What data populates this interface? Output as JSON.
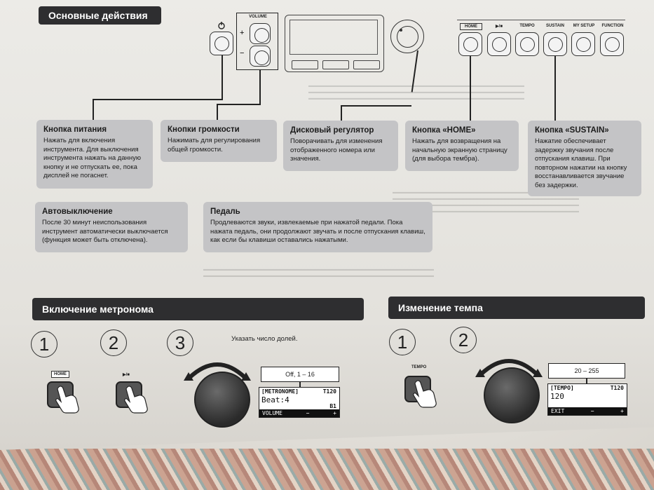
{
  "basics": {
    "title": "Основные действия",
    "volume_label": "VOLUME",
    "plus": "+",
    "minus": "−",
    "panel_buttons": [
      "HOME",
      "▶/■",
      "TEMPO",
      "SUSTAIN",
      "MY SETUP",
      "FUNCTION"
    ],
    "boxes": {
      "power": {
        "title": "Кнопка питания",
        "body": "Нажать для включения инструмента. Для выключения инструмента нажать на данную кнопку и не отпускать ее, пока дисплей не погаснет."
      },
      "volume": {
        "title": "Кнопки громкости",
        "body": "Нажимать для регулирования общей громкости."
      },
      "dial": {
        "title": "Дисковый регулятор",
        "body": "Поворачивать для изменения отображенного номера или значения."
      },
      "home": {
        "title": "Кнопка «HOME»",
        "body": "Нажать для возвращения на начальную экранную страницу (для выбора тембра)."
      },
      "sustain": {
        "title": "Кнопка «SUSTAIN»",
        "body": "Нажатие обеспечивает задержку звучания после отпускания клавиш. При повторном нажатии на кнопку восстанавливается звучание без задержки."
      },
      "autooff": {
        "title": "Автовыключение",
        "body": "После 30 минут неиспользования инструмент автоматически выключается (функция может быть отключена)."
      },
      "pedal": {
        "title": "Педаль",
        "body": "Продлеваются звуки, извлекаемые при нажатой педали. Пока нажата педаль, они продолжают звучать и после отпускания клавиш, как если бы клавиши оставались нажатыми."
      }
    }
  },
  "metronome": {
    "title": "Включение метронома",
    "steps": [
      "1",
      "2",
      "3"
    ],
    "home_label": "HOME",
    "play_label": "▶/■",
    "instruction": "Указать число долей.",
    "callout": "Off, 1 – 16",
    "lcd": {
      "header": "[METRONOME]",
      "tempo": "T120",
      "value": "Beat:4",
      "sub": "B1",
      "bar_left": "VOLUME",
      "bar_minus": "−",
      "bar_plus": "+"
    }
  },
  "tempo": {
    "title": "Изменение темпа",
    "steps": [
      "1",
      "2"
    ],
    "tempo_label": "TEMPO",
    "callout": "20 – 255",
    "lcd": {
      "header": "[TEMPO]",
      "tempo": "T120",
      "value": "120",
      "bar_left": "EXIT",
      "bar_minus": "−",
      "bar_plus": "+"
    }
  }
}
